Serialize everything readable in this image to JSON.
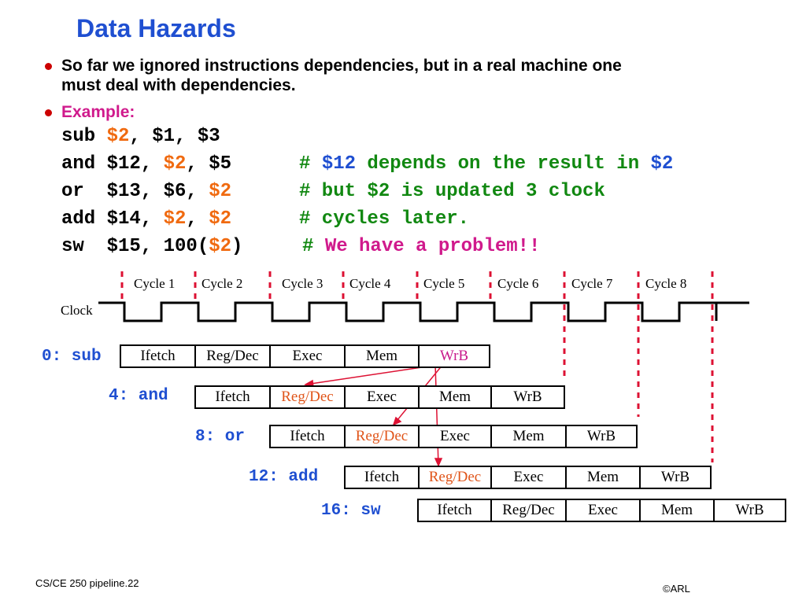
{
  "title": "Data Hazards",
  "bullets": [
    {
      "line1": "So far we ignored instructions dependencies, but in a real machine one",
      "line2": "must deal with dependencies."
    },
    {
      "text": "Example:"
    }
  ],
  "code": {
    "l1": {
      "a": "sub ",
      "b": "$2",
      "c": ", $1, $3"
    },
    "l2": {
      "a": "and $12, ",
      "b": "$2",
      "c": ", $5",
      "d": "# ",
      "e": "$12",
      "f": " depends on the result in ",
      "g": "$2"
    },
    "l3": {
      "a": "or  $13, $6, ",
      "b": "$2",
      "c": "# but $2 is updated 3 clock"
    },
    "l4": {
      "a": "add $14, ",
      "b": "$2",
      "c": ", ",
      "d": "$2",
      "e": "# cycles later."
    },
    "l5": {
      "a": "sw  $15, 100(",
      "b": "$2",
      "c": ")",
      "d": "# ",
      "e": "We have a problem!!"
    }
  },
  "cycles": [
    "Cycle 1",
    "Cycle 2",
    "Cycle 3",
    "Cycle 4",
    "Cycle 5",
    "Cycle 6",
    "Cycle 7",
    "Cycle 8"
  ],
  "clock_label": "Clock",
  "pipeline": [
    {
      "label": "0: sub",
      "stages": [
        "Ifetch",
        "Reg/Dec",
        "Exec",
        "Mem",
        "WrB"
      ]
    },
    {
      "label": "4: and",
      "stages": [
        "Ifetch",
        "Reg/Dec",
        "Exec",
        "Mem",
        "WrB"
      ]
    },
    {
      "label": "8: or",
      "stages": [
        "Ifetch",
        "Reg/Dec",
        "Exec",
        "Mem",
        "WrB"
      ]
    },
    {
      "label": "12: add",
      "stages": [
        "Ifetch",
        "Reg/Dec",
        "Exec",
        "Mem",
        "WrB"
      ]
    },
    {
      "label": "16: sw",
      "stages": [
        "Ifetch",
        "Reg/Dec",
        "Exec",
        "Mem",
        "WrB"
      ]
    }
  ],
  "colors": {
    "title": "#1f4fd1",
    "register": "#f06a10",
    "comment": "#118811",
    "alert": "#d01a8c",
    "hazard_line": "#dd1133"
  },
  "footer": {
    "left": "CS/CE 250 pipeline.22",
    "right": "©ARL"
  }
}
